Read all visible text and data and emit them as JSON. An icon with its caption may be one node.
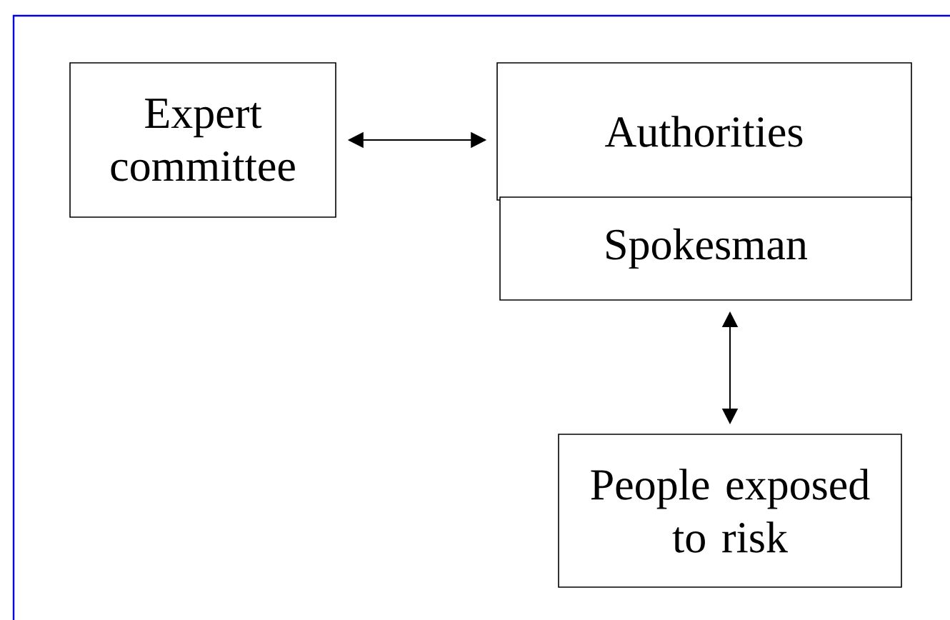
{
  "diagram": {
    "nodes": [
      {
        "text": [
          "Expert committee"
        ]
      },
      {
        "text": [
          "Authorities"
        ]
      },
      {
        "text": [
          "Spokesman"
        ]
      },
      {
        "text": [
          "People exposed to risk"
        ]
      }
    ],
    "edges": [
      {
        "from": 0,
        "to": 1,
        "arrow": "both"
      },
      {
        "from": 2,
        "to": 3,
        "arrow": "both"
      }
    ]
  }
}
